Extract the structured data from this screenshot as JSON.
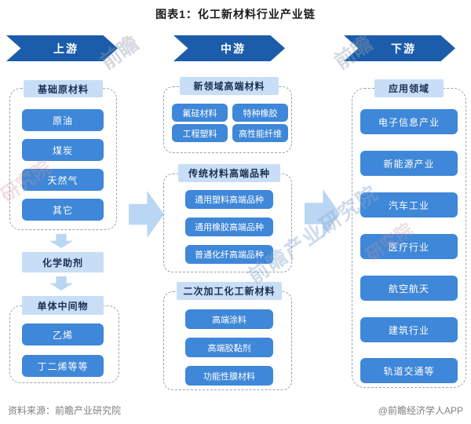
{
  "title": "图表1：化工新材料行业产业链",
  "upstream": {
    "banner": "上游",
    "group1": {
      "header": "基础原材料",
      "items": [
        "原油",
        "煤炭",
        "天然气",
        "其它"
      ]
    },
    "middle_box": "化学助剂",
    "group2": {
      "header": "单体中间物",
      "items": [
        "乙烯",
        "丁二烯等等"
      ]
    }
  },
  "midstream": {
    "banner": "中游",
    "group1": {
      "header": "新领域高端材料",
      "items": [
        "氟硅材料",
        "特种橡胶",
        "工程塑料",
        "高性能纤维"
      ]
    },
    "group2": {
      "header": "传统材料高端品种",
      "items": [
        "通用塑料高端品种",
        "通用橡胶高端品种",
        "普通化纤高端品种"
      ]
    },
    "group3": {
      "header": "二次加工化工新材料",
      "items": [
        "高端涂料",
        "高端胶黏剂",
        "功能性膜材料"
      ]
    }
  },
  "downstream": {
    "banner": "下游",
    "group1": {
      "header": "应用领域",
      "items": [
        "电子信息产业",
        "新能源产业",
        "汽车工业",
        "医疗行业",
        "航空航天",
        "建筑行业",
        "轨道交通等"
      ]
    }
  },
  "footer": {
    "source": "资料来源：前瞻产业研究院",
    "credit": "@前瞻经济学人APP"
  },
  "watermarks": {
    "full": "前瞻产业研究院",
    "short": "前瞻",
    "partial": "研究院"
  },
  "colors": {
    "banner_blue": "#1b5cab",
    "item_blue": "#3f87d8",
    "header_light_blue": "#c8def6",
    "arrow_light_blue": "#b9d6f3",
    "dashed_border": "#98a2b0",
    "footer_gray": "#7f7f7f"
  }
}
